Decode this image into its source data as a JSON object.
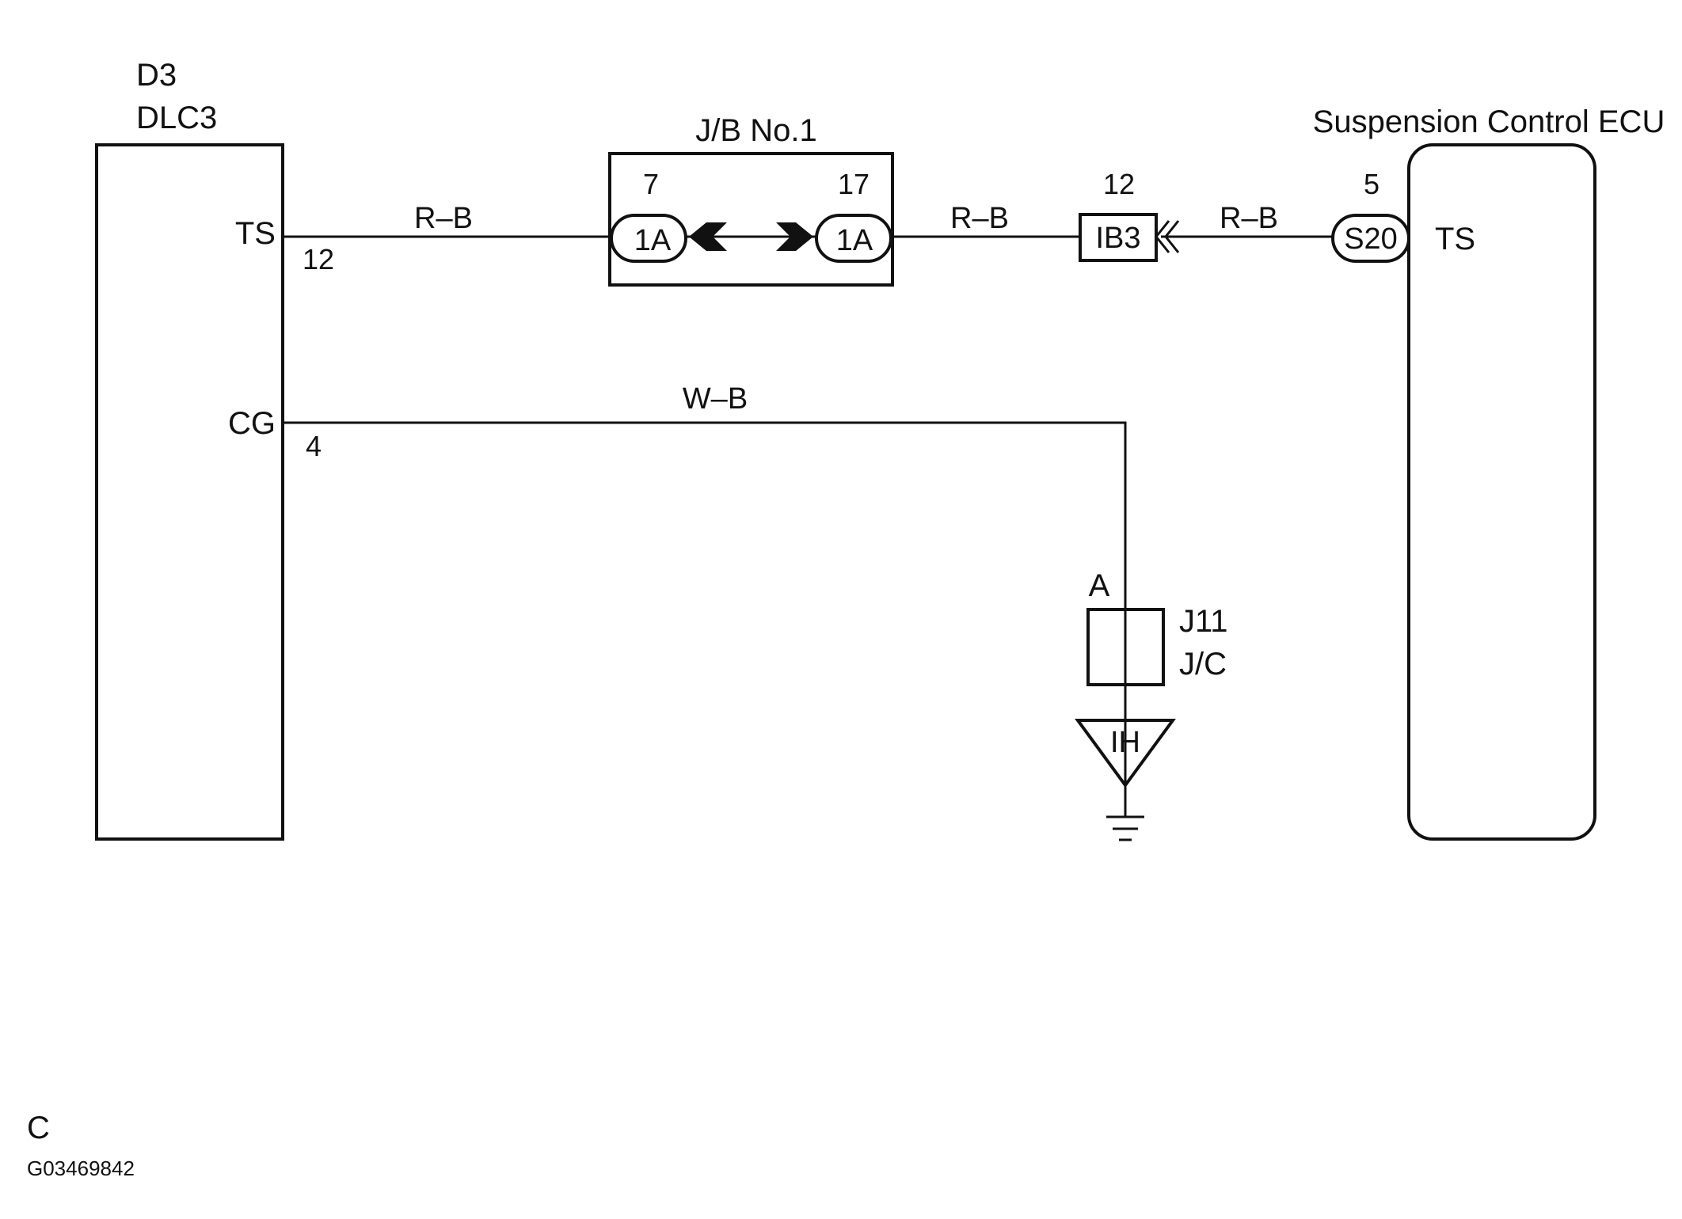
{
  "dlc3": {
    "code": "D3",
    "name": "DLC3",
    "pin_ts_label": "TS",
    "pin_ts_number": "12",
    "pin_cg_label": "CG",
    "pin_cg_number": "4"
  },
  "junction_block": {
    "title": "J/B No.1",
    "left_pin": "7",
    "right_pin": "17",
    "left_connector": "1A",
    "right_connector": "1A"
  },
  "wires": {
    "ts_dlc_to_jb": "R–B",
    "ts_jb_to_ib3": "R–B",
    "ts_ib3_to_ecu": "R–B",
    "cg_ground": "W–B"
  },
  "ib3_connector": {
    "pin": "12",
    "label": "IB3"
  },
  "ecu": {
    "title": "Suspension Control ECU",
    "pin_number": "5",
    "connector": "S20",
    "pin_label": "TS"
  },
  "junction_connector": {
    "pin": "A",
    "code": "J11",
    "name": "J/C"
  },
  "ground": {
    "label": "IH"
  },
  "footer": {
    "letter": "C",
    "figure_id": "G03469842"
  }
}
